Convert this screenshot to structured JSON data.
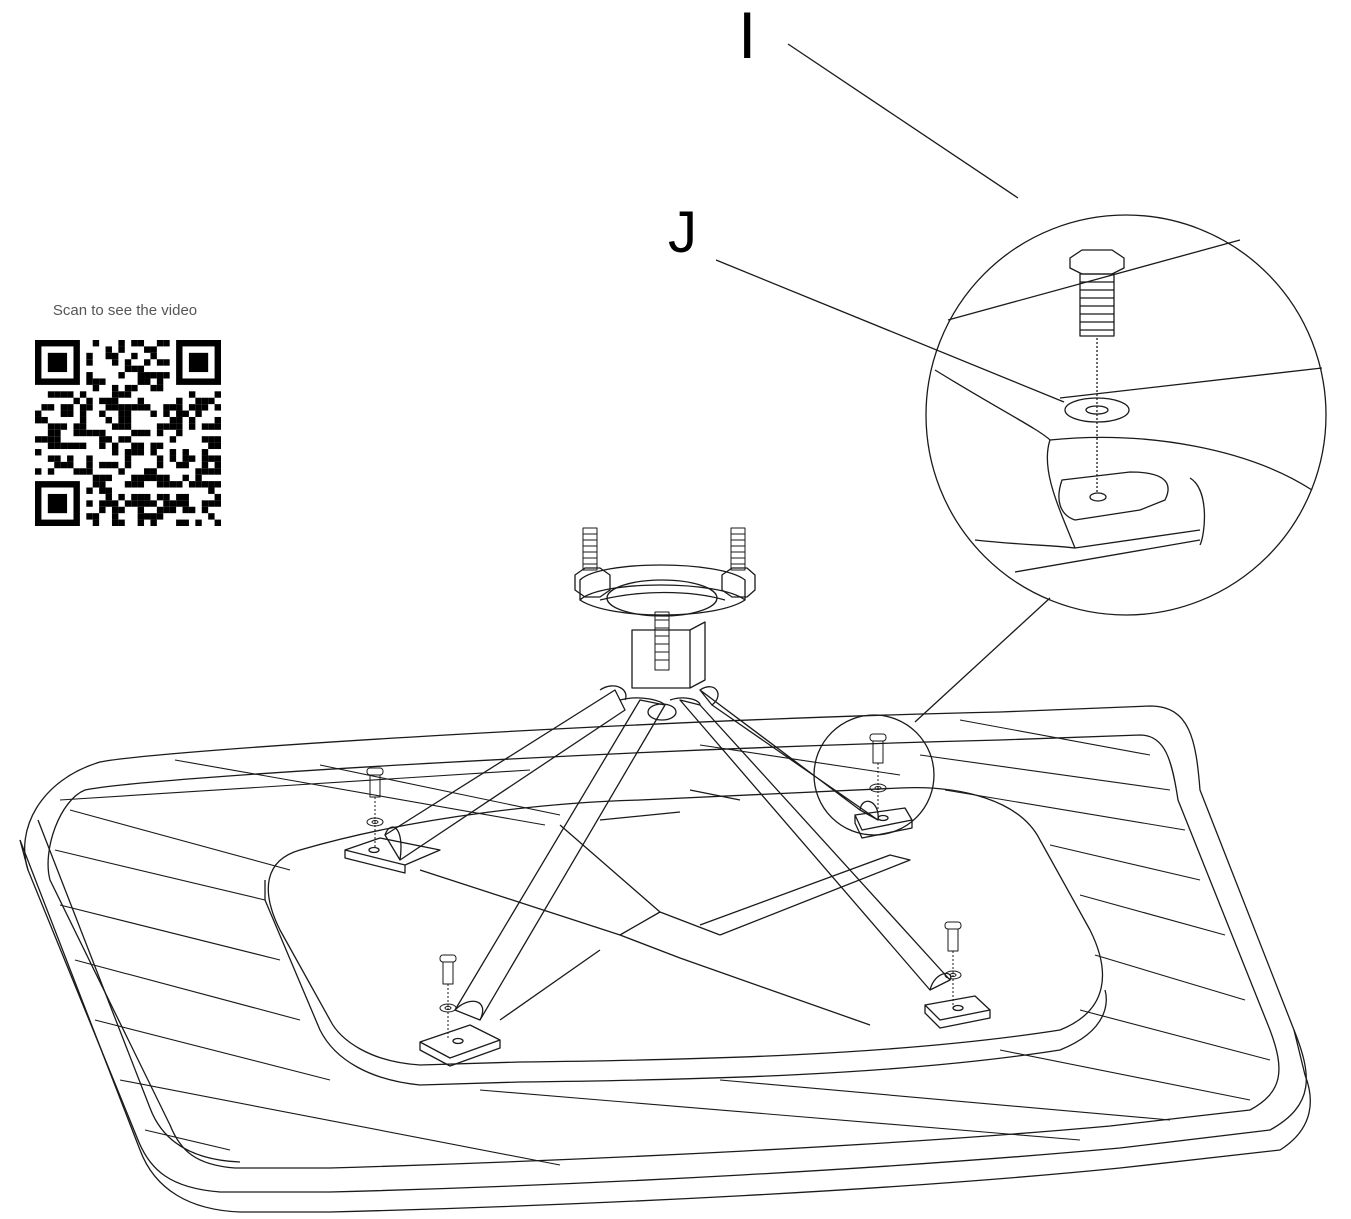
{
  "qr": {
    "caption": "Scan to see the video"
  },
  "callouts": {
    "bolt_label": "I",
    "washer_label": "J"
  },
  "colors": {
    "line": "#1a1a1a",
    "background": "#ffffff",
    "caption": "#555555"
  },
  "icons": {
    "qr": "qr-code-icon"
  }
}
